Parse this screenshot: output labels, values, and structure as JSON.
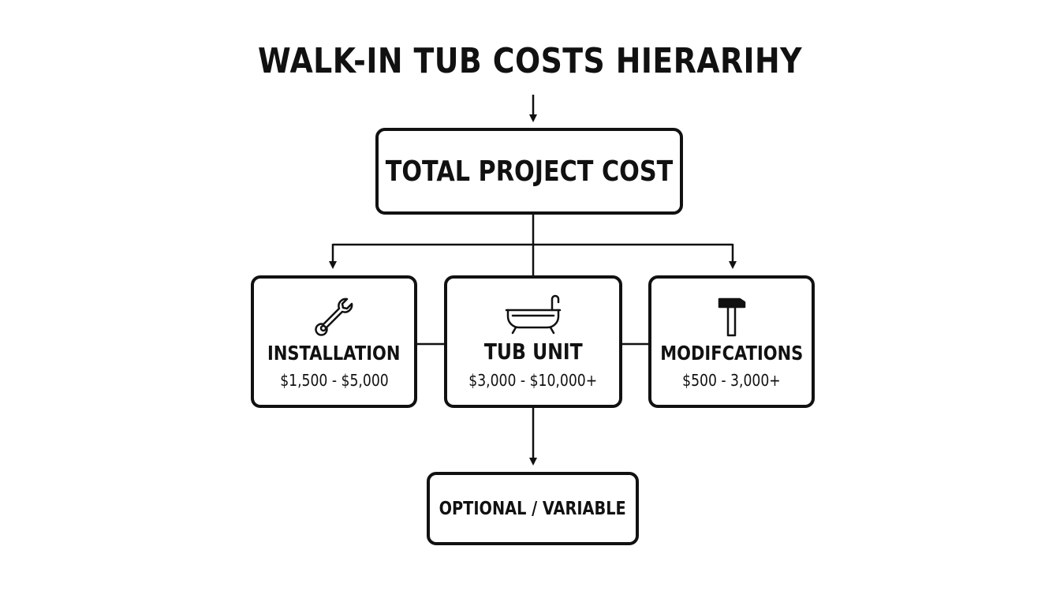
{
  "title": "WALK-IN TUB COSTS HIERARIHY",
  "root": {
    "label": "TOTAL PROJECT COST"
  },
  "children": [
    {
      "label": "INSTALLATION",
      "range": "$1,500 - $5,000",
      "icon": "wrench-icon"
    },
    {
      "label": "TUB UNIT",
      "range": "$3,000 - $10,000+",
      "icon": "bathtub-icon"
    },
    {
      "label": "MODIFCATIONS",
      "range": "$500 - 3,000+",
      "icon": "hammer-icon"
    }
  ],
  "extra": {
    "label": "OPTIONAL / VARIABLE"
  }
}
